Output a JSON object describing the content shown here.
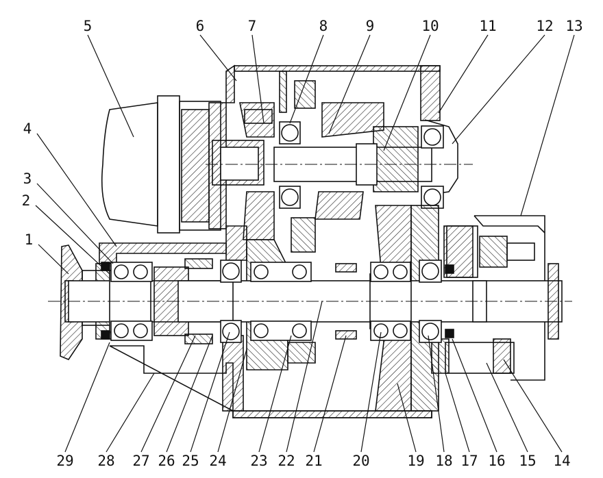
{
  "diagram": {
    "style": {
      "ink": "#111111",
      "paper": "#ffffff",
      "hatch": "#222222"
    },
    "callouts": {
      "top": [
        "5",
        "6",
        "7",
        "8",
        "9",
        "10",
        "11",
        "12",
        "13"
      ],
      "left": [
        "4",
        "3",
        "2",
        "1"
      ],
      "bottom": [
        "29",
        "28",
        "27",
        "26",
        "25",
        "24",
        "23",
        "22",
        "21",
        "20",
        "19",
        "18",
        "17",
        "16",
        "15",
        "14"
      ]
    }
  }
}
